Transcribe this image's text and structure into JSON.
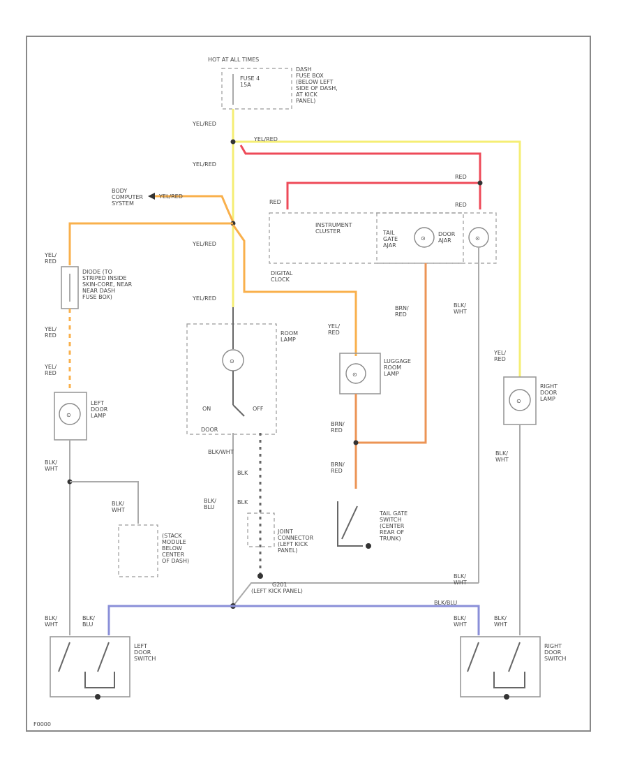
{
  "labels": {
    "hot_at_all_times": "HOT AT ALL TIMES",
    "fuse": "FUSE 4\n15A",
    "dash_fuse_box": "DASH\nFUSE BOX\n(BELOW LEFT\nSIDE OF DASH,\nAT KICK\nPANEL)",
    "body_computer": "BODY\nCOMPUTER\nSYSTEM",
    "instrument_cluster": "INSTRUMENT\nCLUSTER",
    "tail_gate_ajar": "TAIL\nGATE\nAJAR",
    "door_ajar": "DOOR\nAJAR",
    "diode": "DIODE (TO\nSTRIPED INSIDE\nSKIN-CORE, NEAR\nNEAR DASH\nFUSE BOX)",
    "digital_clock": "DIGITAL\nCLOCK",
    "room_lamp": "ROOM\nLAMP",
    "luggage_room_lamp": "LUGGAGE\nROOM\nLAMP",
    "left_door_lamp": "LEFT\nDOOR\nLAMP",
    "right_door_lamp": "RIGHT\nDOOR\nLAMP",
    "on": "ON",
    "off": "OFF",
    "door": "DOOR",
    "tail_gate_switch": "TAIL GATE\nSWITCH\n(CENTER\nREAR OF\nTRUNK)",
    "joint_connector": "JOINT\nCONNECTOR\n(LEFT KICK\nPANEL)",
    "stack_module": "(STACK\nMODULE\nBELOW\nCENTER\nOF DASH)",
    "g201": "G201\n(LEFT KICK PANEL)",
    "left_door_switch": "LEFT\nDOOR\nSWITCH",
    "right_door_switch": "RIGHT\nDOOR\nSWITCH",
    "footer": "F0000"
  },
  "wire_labels": {
    "yel_red": "YEL/RED",
    "red": "RED",
    "yel_red_split": "YEL/\nRED",
    "brn_red": "BRN/\nRED",
    "blk_wht": "BLK/\nWHT",
    "blk_blu": "BLK/\nBLU",
    "blk": "BLK",
    "blk_wht_inline": "BLK/WHT"
  },
  "colors": {
    "yellow": "#f5ee74",
    "red": "#ee4a58",
    "orange": "#f9b04c",
    "salmon": "#ec9455",
    "blue": "#8a8fd8",
    "gray": "#aaaaaa"
  }
}
